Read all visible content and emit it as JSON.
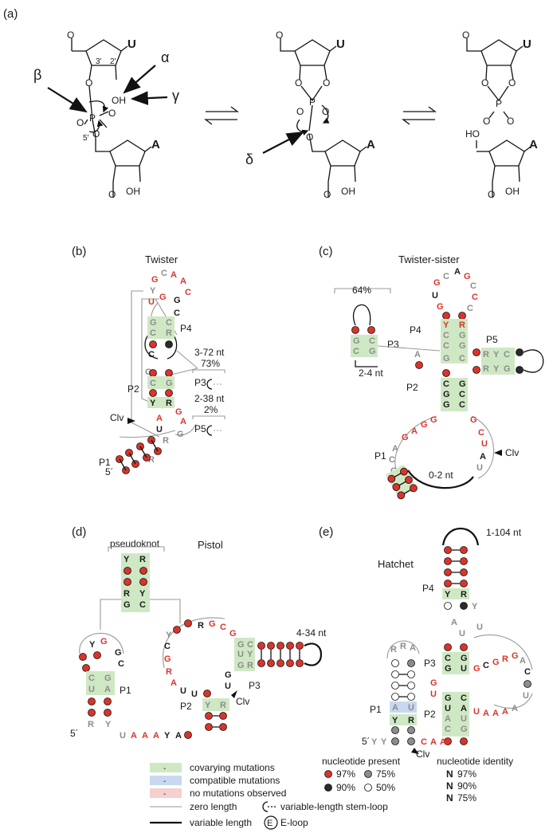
{
  "panels": {
    "a": {
      "label": "(a)",
      "greek": [
        "α",
        "β",
        "γ",
        "δ"
      ],
      "bases": [
        "U",
        "A"
      ],
      "atoms": [
        "O",
        "P",
        "OH",
        "HO",
        "3'",
        "2'",
        "5'"
      ]
    },
    "b": {
      "label": "(b)",
      "title": "Twister",
      "stems": [
        "P1",
        "P2",
        "P4"
      ],
      "len1": "3-72 nt",
      "pct1": "73%",
      "stem3": "P3",
      "len2": "2-38 nt",
      "pct2": "2%",
      "stem5": "P5",
      "cleavage": "Clv",
      "five_prime": "5´"
    },
    "c": {
      "label": "(c)",
      "title": "Twister-sister",
      "pct": "64%",
      "len1": "2-4 nt",
      "stems": [
        "P1",
        "P2",
        "P3",
        "P4",
        "P5"
      ],
      "len2": "0-2 nt",
      "cleavage": "Clv"
    },
    "d": {
      "label": "(d)",
      "title": "Pistol",
      "pseudoknot": "pseudoknot",
      "len": "4-34 nt",
      "stems": [
        "P1",
        "P2",
        "P3"
      ],
      "cleavage": "Clv",
      "five_prime": "5´"
    },
    "e": {
      "label": "(e)",
      "title": "Hatchet",
      "len": "1-104 nt",
      "stems": [
        "P1",
        "P2",
        "P3",
        "P4"
      ],
      "cleavage": "Clv",
      "five_prime": "5´"
    }
  },
  "legend": {
    "box_items": [
      "covarying mutations",
      "compatible mutations",
      "no mutations observed"
    ],
    "line_items": [
      "zero length",
      "variable length"
    ],
    "shape_items": [
      "variable-length stem-loop",
      "E-loop"
    ],
    "presence_title": "nucleotide present",
    "presence": [
      "97%",
      "90%",
      "75%",
      "50%"
    ],
    "identity_title": "nucleotide identity",
    "identity": [
      {
        "letter": "N",
        "value": "97%"
      },
      {
        "letter": "N",
        "value": "90%"
      },
      {
        "letter": "N",
        "value": "75%"
      }
    ],
    "eloop_letter": "E"
  },
  "colors": {
    "red": "#d9342b",
    "dark": "#2b2b2b",
    "gray": "#8c8c8c",
    "green": "#cfe8c4",
    "blue": "#c8d8f0",
    "pink": "#f6cfcf"
  }
}
